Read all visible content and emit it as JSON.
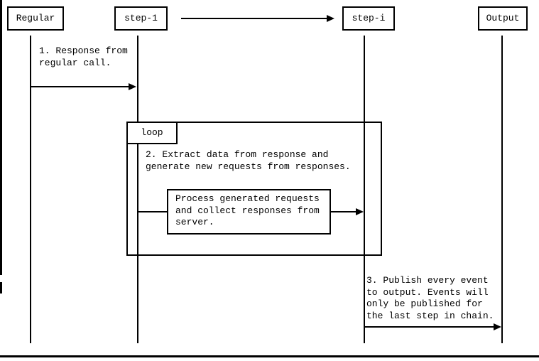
{
  "participants": [
    {
      "label": "Regular"
    },
    {
      "label": "step-1"
    },
    {
      "label": "step-i"
    },
    {
      "label": "Output"
    }
  ],
  "loop_label": "loop",
  "messages": {
    "msg1": "1. Response from\nregular call.",
    "msg2": "2. Extract data from response and\ngenerate new requests from responses.",
    "process": "Process generated requests\nand collect responses from\nserver.",
    "msg3": "3. Publish every event\nto output. Events will\nonly be published for\nthe last step in chain."
  },
  "colors": {
    "line": "#000000",
    "background": "#ffffff"
  }
}
